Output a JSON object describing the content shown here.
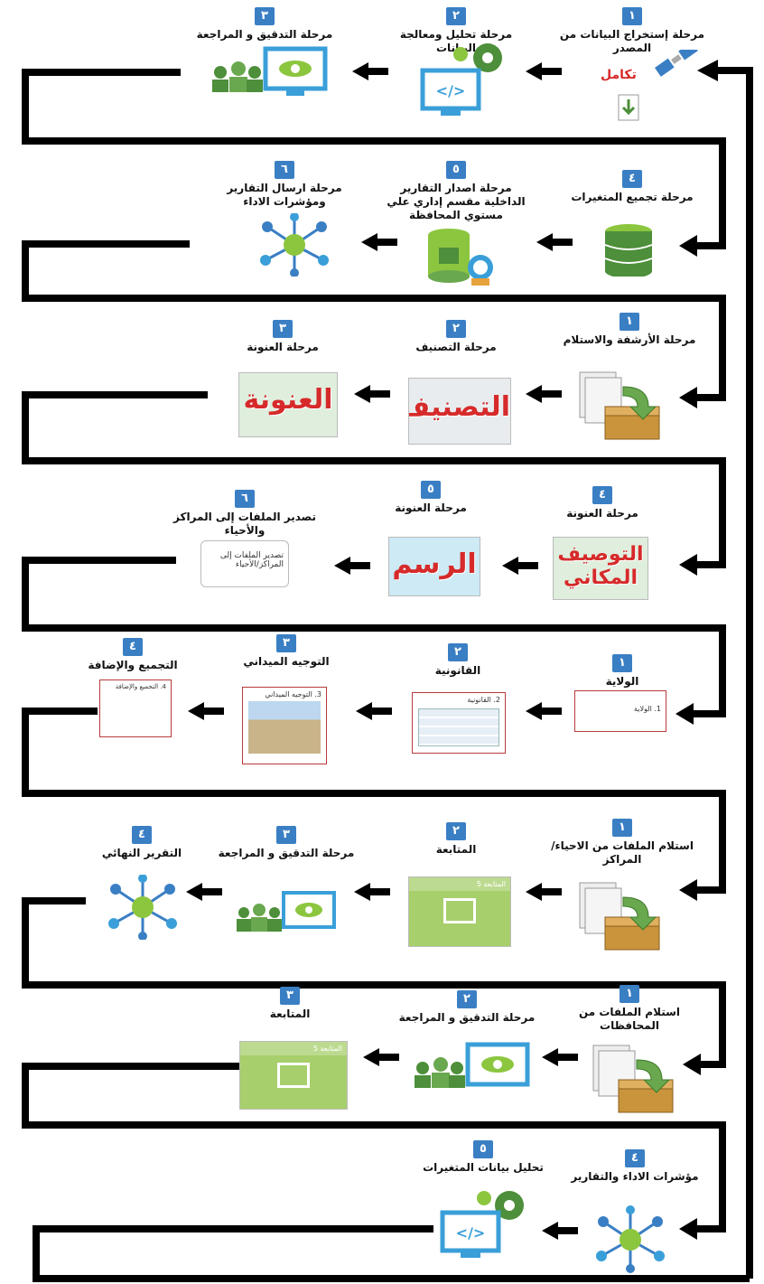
{
  "rows": [
    {
      "nodes": [
        {
          "num": "١",
          "label": "مرحلة إستخراج البيانات من المصدر",
          "icon": "satellite-icon",
          "brand": "تكامل"
        },
        {
          "num": "٢",
          "label": "مرحلة  تحليل ومعالجة البيانات",
          "icon": "code-monitor-icon"
        },
        {
          "num": "٣",
          "label": "مرحلة التدقيق و المراجعة",
          "icon": "review-monitor-icon"
        }
      ]
    },
    {
      "nodes": [
        {
          "num": "٤",
          "label": "مرحلة تجميع المتغيرات",
          "icon": "database-icon"
        },
        {
          "num": "٥",
          "label": "مرحلة اصدار التقارير الداخلية مقسم إداري علي مستوي المحافظة",
          "icon": "report-db-icon"
        },
        {
          "num": "٦",
          "label": "مرحلة ارسال التقارير ومؤشرات الاداء",
          "icon": "network-hub-icon"
        }
      ]
    },
    {
      "nodes": [
        {
          "num": "١",
          "label": "مرحلة الأرشفة والاستلام",
          "icon": "archive-box-icon"
        },
        {
          "num": "٢",
          "label": "مرحلة التصنيف",
          "icon": "thumb",
          "thumb_text": "التصنيف"
        },
        {
          "num": "٣",
          "label": "مرحلة العنونة",
          "icon": "thumb",
          "thumb_text": "العنونة"
        }
      ]
    },
    {
      "nodes": [
        {
          "num": "٤",
          "label": "مرحلة العنونة",
          "icon": "thumb",
          "thumb_text": "التوصيف المكاني"
        },
        {
          "num": "٥",
          "label": "مرحلة العنونة",
          "icon": "thumb",
          "thumb_text": "الرسم"
        },
        {
          "num": "٦",
          "label": "تصدير الملفات إلى المراكز والأحياء",
          "icon": "doc",
          "doc_text": "تصدير الملفات إلى المراكز/الأحياء"
        }
      ]
    },
    {
      "nodes": [
        {
          "num": "١",
          "label": "الولاية",
          "icon": "doc",
          "doc_text": "1. الولاية"
        },
        {
          "num": "٢",
          "label": "القانونية",
          "icon": "doc",
          "doc_text": "2. القانونية"
        },
        {
          "num": "٣",
          "label": "التوجيه الميداني",
          "icon": "photo",
          "doc_text": "3. التوجيه الميداني"
        },
        {
          "num": "٤",
          "label": "التجميع والإضافة",
          "icon": "doc",
          "doc_text": "4. التجميع والإضافة"
        }
      ]
    },
    {
      "nodes": [
        {
          "num": "١",
          "label": "استلام الملفات من الاحياء/المراكز",
          "icon": "archive-box-icon"
        },
        {
          "num": "٢",
          "label": "المتابعة",
          "icon": "green-slide",
          "doc_text": "المتابعة 5"
        },
        {
          "num": "٣",
          "label": "مرحلة التدقيق و المراجعة",
          "icon": "review-monitor-icon"
        },
        {
          "num": "٤",
          "label": "التقرير النهائي",
          "icon": "network-hub-icon"
        }
      ]
    },
    {
      "nodes": [
        {
          "num": "١",
          "label": "استلام الملفات من المحافظات",
          "icon": "archive-box-icon"
        },
        {
          "num": "٢",
          "label": "مرحلة التدقيق و المراجعة",
          "icon": "review-monitor-icon"
        },
        {
          "num": "٣",
          "label": "المتابعة",
          "icon": "green-slide",
          "doc_text": "المتابعة 5"
        }
      ]
    },
    {
      "nodes": [
        {
          "num": "٤",
          "label": "مؤشرات الاداء والتقارير",
          "icon": "network-hub-icon"
        },
        {
          "num": "٥",
          "label": "تحليل بيانات المتغيرات",
          "icon": "code-monitor-icon"
        }
      ]
    }
  ],
  "colors": {
    "accent": "#3a7fc4",
    "line": "#000000",
    "green": "#4d8f3a",
    "lightgreen": "#8cc63f"
  }
}
